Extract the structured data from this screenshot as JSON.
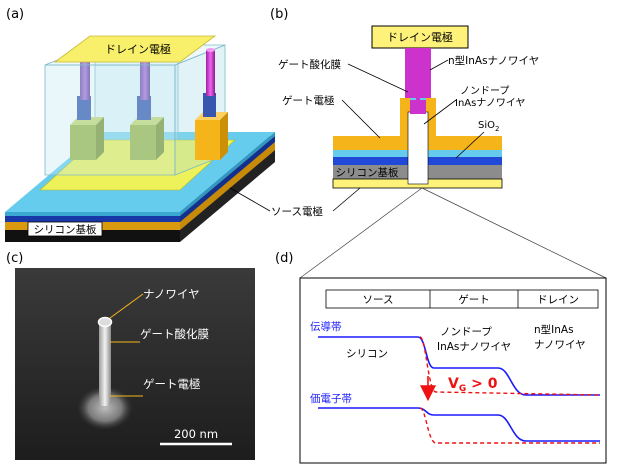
{
  "panels": {
    "a": {
      "label": "(a)",
      "drain_label": "ドレイン電極",
      "substrate_label": "シリコン基板"
    },
    "b": {
      "label": "(b)",
      "drain_label": "ドレイン電極",
      "ntype_label": "n型InAsナノワイヤ",
      "gate_oxide_label": "ゲート酸化膜",
      "undoped_label_1": "ノンドープ",
      "undoped_label_2": "InAsナノワイヤ",
      "gate_label": "ゲート電極",
      "sio2_label": "SiO",
      "sio2_sub": "2",
      "substrate_label": "シリコン基板",
      "source_label": "ソース電極"
    },
    "c": {
      "label": "(c)",
      "nanowire_label": "ナノワイヤ",
      "gate_oxide_label": "ゲート酸化膜",
      "gate_label": "ゲート電極",
      "scale_label": "200 nm"
    },
    "d": {
      "label": "(d)",
      "header": [
        "ソース",
        "ゲート",
        "ドレイン"
      ],
      "conduction_band_label": "伝導帯",
      "valence_band_label": "価電子帯",
      "silicon_label": "シリコン",
      "undoped_label_1": "ノンドープ",
      "undoped_label_2": "InAsナノワイヤ",
      "ntype_label_1": "n型InAs",
      "ntype_label_2": "ナノワイヤ",
      "vg_label_main": "V",
      "vg_label_sub": "G",
      "vg_label_rest": " > 0"
    }
  },
  "colors": {
    "gold": "#f5b51a",
    "yellow": "#fff27a",
    "blue": "#1f49d6",
    "cyan": "#66ccee",
    "gray": "#8c8c8c",
    "magenta": "#cc33cc",
    "band_blue": "#1a1aff",
    "band_red": "#ee1111",
    "green": "#b2c84a"
  }
}
